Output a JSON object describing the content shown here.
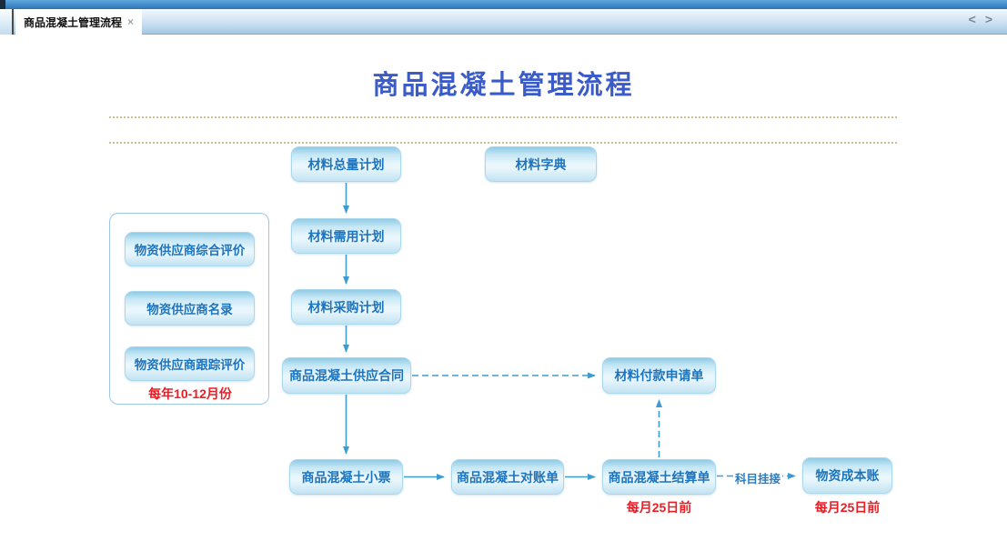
{
  "window": {
    "tab": "商品混凝土管理流程",
    "tab_close": "×",
    "nav_prev": "<",
    "nav_next": ">"
  },
  "page": {
    "title": "商品混凝土管理流程"
  },
  "flow": {
    "nodes": [
      {
        "id": "material-total-plan",
        "label": "材料总量计划"
      },
      {
        "id": "material-dictionary",
        "label": "材料字典"
      },
      {
        "id": "material-need-plan",
        "label": "材料需用计划"
      },
      {
        "id": "material-purchase-plan",
        "label": "材料采购计划"
      },
      {
        "id": "concrete-supply-contract",
        "label": "商品混凝土供应合同"
      },
      {
        "id": "material-payment-request",
        "label": "材料付款申请单"
      },
      {
        "id": "concrete-ticket",
        "label": "商品混凝土小票"
      },
      {
        "id": "concrete-statement",
        "label": "商品混凝土对账单"
      },
      {
        "id": "concrete-settlement",
        "label": "商品混凝土结算单"
      },
      {
        "id": "material-cost-account",
        "label": "物资成本账"
      }
    ],
    "edge_label": "科目挂接",
    "notes": {
      "settlement_deadline": "每月25日前",
      "cost_account_deadline": "每月25日前"
    }
  },
  "supplier_group": {
    "items": [
      {
        "label": "物资供应商综合评价"
      },
      {
        "label": "物资供应商名录"
      },
      {
        "label": "物资供应商跟踪评价"
      }
    ],
    "note": "每年10-12月份"
  },
  "colors": {
    "node_text_blue": "#1b74c0",
    "title_blue": "#3a5bc8",
    "arrow_blue": "#3e9bcf",
    "note_red": "#ec1c24",
    "dotted_tan": "#cdc28f"
  }
}
